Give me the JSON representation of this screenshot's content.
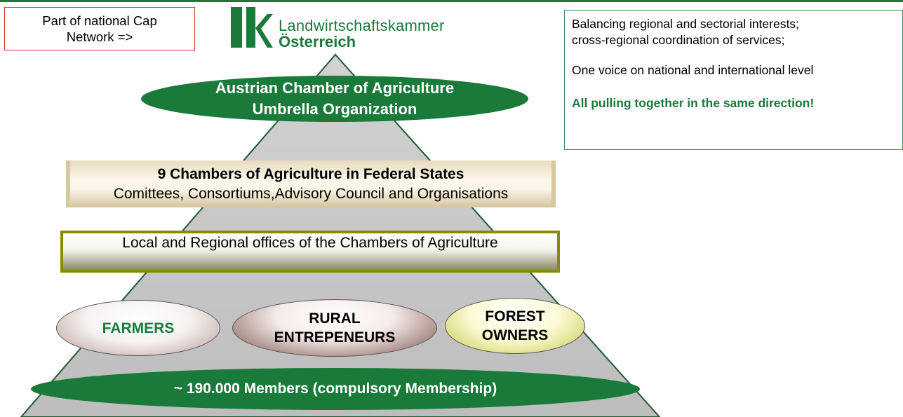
{
  "note": {
    "line1": "Part of national Cap",
    "line2": "Network =>"
  },
  "logo": {
    "mark": "lk",
    "line1": "Landwirtschaftskammer",
    "line2": "Österreich"
  },
  "info": {
    "line1": "Balancing regional and sectorial interests;",
    "line2": "cross-regional coordination of services;",
    "line3": "One voice on national and international level",
    "line4": "All pulling together in the same direction!"
  },
  "pyramid": {
    "top": {
      "line1": "Austrian Chamber of Agriculture",
      "line2": "Umbrella Organization"
    },
    "states": {
      "line1": "9 Chambers of Agriculture in Federal States",
      "line2": "Comittees, Consortiums,Advisory Council and Organisations"
    },
    "local": {
      "line1": "Local and Regional offices of the Chambers of Agriculture"
    },
    "groups": [
      {
        "line1": "FARMERS",
        "line2": ""
      },
      {
        "line1": "RURAL",
        "line2": "ENTREPENEURS"
      },
      {
        "line1": "FOREST",
        "line2": "OWNERS"
      }
    ],
    "base": {
      "line1": "~ 190.000 Members (compulsory Membership)"
    }
  },
  "colors": {
    "brand_green": "#1a7a3a",
    "pyramid_fill": "#c8c8c8",
    "note_border": "#e03030"
  }
}
